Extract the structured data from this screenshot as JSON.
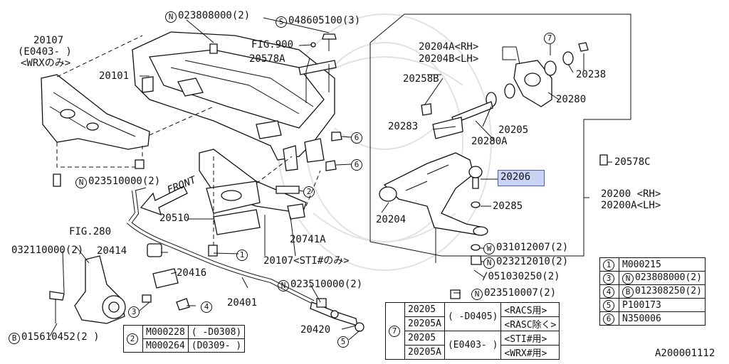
{
  "labels": {
    "p20107_wrx": "20107",
    "p20107_wrx_range": "(E0403- )",
    "p20107_wrx_note": "<WRXのみ>",
    "p20101": "20101",
    "n023808000": "023808000(2)",
    "s048605100": "048605100(3)",
    "fig900": "FIG.900",
    "p20578a": "20578A",
    "p20204a": "20204A<RH>",
    "p20204b": "20204B<LH>",
    "c7_top": "7",
    "p20238": "20238",
    "p20258b": "20258B",
    "p20280": "20280",
    "p20283": "20283",
    "p20205": "20205",
    "p20280a": "20280A",
    "c6_a": "6",
    "c6_b": "6",
    "p20578c": "20578C",
    "n023510000_a": "023510000(2)",
    "p20206": "20206",
    "p20200": "20200 <RH>",
    "p20200a": "20200A<LH>",
    "front": "FRONT",
    "c2_a": "2",
    "p20204": "20204",
    "p20285": "20285",
    "p20510": "20510",
    "p20741a": "20741A",
    "fig280": "FIG.280",
    "p032110000": "032110000(2)",
    "p20414": "20414",
    "c1_a": "1",
    "p20107_sti": "20107<STI#のみ>",
    "w031012007": "031012007(2)",
    "n023212010": "023212010(2)",
    "p051030250": "051030250(2)",
    "p20416": "20416",
    "n023510000_b": "023510000(2)",
    "n023510007": "023510007(2)",
    "c3_a": "3",
    "c4_a": "4",
    "p20401": "20401",
    "p20420": "20420",
    "c5_a": "5",
    "b015610452": "015610452(2 )",
    "diagram_id": "A200001112"
  },
  "circle_letters": {
    "N": "N",
    "S": "S",
    "W": "W",
    "B": "B"
  },
  "legend_right": [
    {
      "num": "1",
      "prefix": "",
      "code": "M000215"
    },
    {
      "num": "3",
      "prefix": "N",
      "code": "023808000(2)"
    },
    {
      "num": "4",
      "prefix": "B",
      "code": "012308250(2)"
    },
    {
      "num": "5",
      "prefix": "",
      "code": "P100173"
    },
    {
      "num": "6",
      "prefix": "",
      "code": "N350006"
    }
  ],
  "table_2": {
    "num": "2",
    "rows": [
      {
        "code": "M000228",
        "range": "( -D0308)"
      },
      {
        "code": "M000264",
        "range": "(D0309- )"
      }
    ]
  },
  "table_7": {
    "num": "7",
    "rows": [
      {
        "part": "20205",
        "range": "( -D0405)",
        "note": "<RACS用>"
      },
      {
        "part": "20205A",
        "range": "",
        "note": "<RASC除く>"
      },
      {
        "part": "20205",
        "range": "(E0403- )",
        "note": "<STI#用>"
      },
      {
        "part": "20205A",
        "range": "",
        "note": "<WRX#用>"
      }
    ]
  }
}
